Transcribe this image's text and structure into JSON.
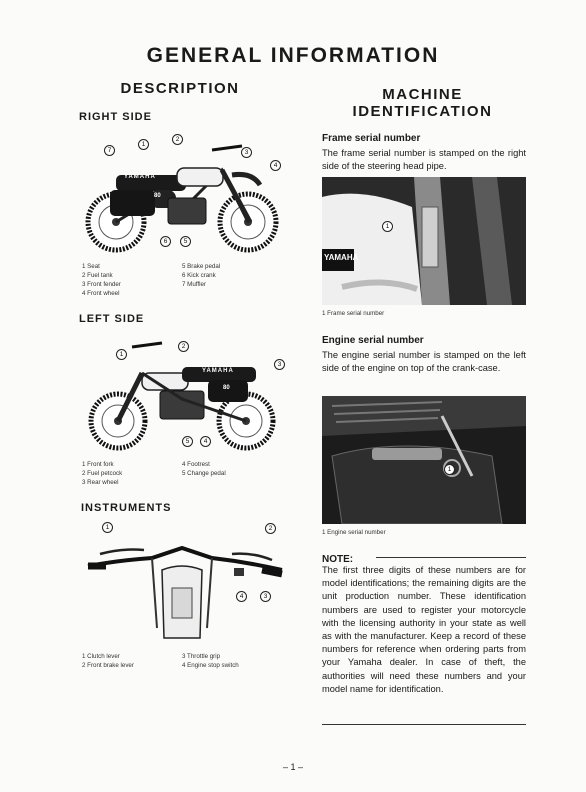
{
  "page_title": "GENERAL INFORMATION",
  "left": {
    "heading": "DESCRIPTION",
    "right_side": {
      "heading": "RIGHT SIDE",
      "callouts": [
        "1",
        "2",
        "3",
        "4",
        "5",
        "6",
        "7"
      ],
      "captions_col1": [
        "1  Seat",
        "2  Fuel tank",
        "3  Front fender",
        "4  Front wheel"
      ],
      "captions_col2": [
        "5  Brake pedal",
        "6  Kick crank",
        "7  Muffler"
      ],
      "tank_text": "YAMAHA",
      "plate_text": "80"
    },
    "left_side": {
      "heading": "LEFT SIDE",
      "callouts": [
        "1",
        "2",
        "3",
        "4",
        "5"
      ],
      "captions_col1": [
        "1  Front fork",
        "2  Fuel petcock",
        "3  Rear wheel"
      ],
      "captions_col2": [
        "4  Footrest",
        "5  Change pedal"
      ],
      "tank_text": "YAMAHA",
      "plate_text": "80"
    },
    "instruments": {
      "heading": "INSTRUMENTS",
      "callouts": [
        "1",
        "2",
        "3",
        "4"
      ],
      "captions_col1": [
        "1  Clutch lever",
        "2  Front brake lever"
      ],
      "captions_col2": [
        "3  Throttle grip",
        "4  Engine stop switch"
      ]
    }
  },
  "right": {
    "heading_line1": "MACHINE",
    "heading_line2": "IDENTIFICATION",
    "frame": {
      "subheading": "Frame serial number",
      "text": "The frame serial number is stamped on the right side of the steering head pipe.",
      "photo_callout": "1",
      "photo_text": "YAMAHA",
      "caption": "1  Frame serial number"
    },
    "engine": {
      "subheading": "Engine serial number",
      "text": "The engine serial number is stamped on the left side of the engine on top of the crank-case.",
      "photo_callout": "1",
      "caption": "1  Engine serial number"
    },
    "note": {
      "label": "NOTE:",
      "text": "The first three digits of these numbers are for model identifications; the remaining digits are the unit production number. These identification numbers are used to register your motorcycle with the licensing authority in your state as well as with the manufacturer. Keep a record of these numbers for reference when ordering parts from your Yamaha dealer. In case of theft, the authorities will need these numbers and your model name for identification."
    }
  },
  "page_number": "– 1 –"
}
